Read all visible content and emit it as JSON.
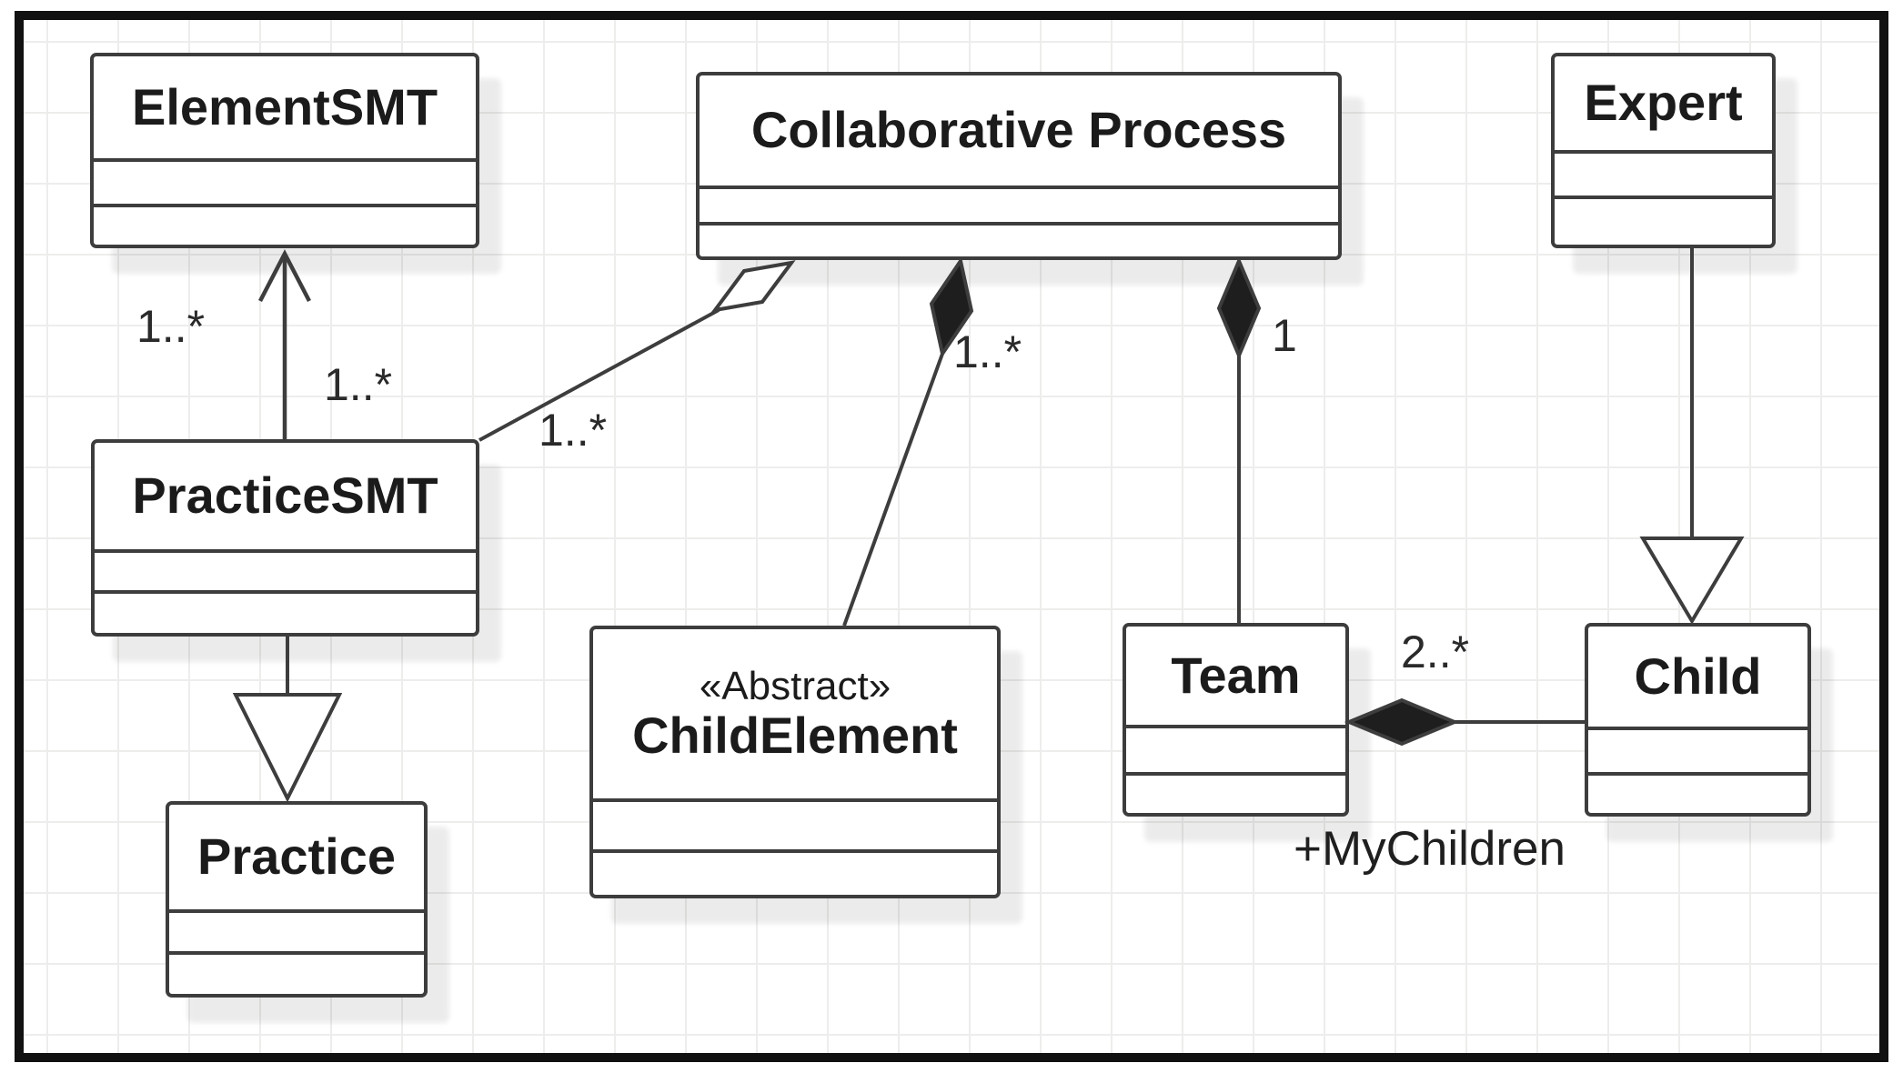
{
  "diagram": {
    "type": "uml-class-diagram",
    "classes": [
      {
        "id": "element-smt",
        "stereotype": "",
        "name": "ElementSMT",
        "attributes": "",
        "operations": ""
      },
      {
        "id": "collaborative-process",
        "stereotype": "",
        "name": "Collaborative Process",
        "attributes": "",
        "operations": ""
      },
      {
        "id": "expert",
        "stereotype": "",
        "name": "Expert",
        "attributes": "",
        "operations": ""
      },
      {
        "id": "practice-smt",
        "stereotype": "",
        "name": "PracticeSMT",
        "attributes": "",
        "operations": ""
      },
      {
        "id": "child-element",
        "stereotype": "«Abstract»",
        "name": "ChildElement",
        "attributes": "",
        "operations": ""
      },
      {
        "id": "team",
        "stereotype": "",
        "name": "Team",
        "attributes": "",
        "operations": ""
      },
      {
        "id": "child",
        "stereotype": "",
        "name": "Child",
        "attributes": "",
        "operations": ""
      },
      {
        "id": "practice",
        "stereotype": "",
        "name": "Practice",
        "attributes": "",
        "operations": ""
      }
    ],
    "relationships": [
      {
        "id": "assoc-practicesmt-elementsmt",
        "type": "association-open-arrow",
        "from": "PracticeSMT",
        "to": "ElementSMT",
        "source_multiplicity": "1..*",
        "target_multiplicity": "1..*"
      },
      {
        "id": "aggregation-practicesmt-collabprocess",
        "type": "aggregation",
        "from": "PracticeSMT",
        "to": "Collaborative Process",
        "source_multiplicity": "1..*"
      },
      {
        "id": "composition-childelement-collabprocess",
        "type": "composition",
        "from": "ChildElement",
        "to": "Collaborative Process",
        "source_multiplicity": "1..*"
      },
      {
        "id": "composition-team-collabprocess",
        "type": "composition",
        "from": "Team",
        "to": "Collaborative Process",
        "target_multiplicity": "1"
      },
      {
        "id": "generalization-practicesmt-practice",
        "type": "generalization",
        "from": "PracticeSMT",
        "to": "Practice"
      },
      {
        "id": "generalization-expert-child",
        "type": "generalization",
        "from": "Expert",
        "to": "Child"
      },
      {
        "id": "composition-child-team",
        "type": "composition",
        "from": "Child",
        "to": "Team",
        "source_multiplicity": "2..*",
        "role": "+MyChildren"
      }
    ],
    "annotations": [
      {
        "id": "mult-elementsmt-end",
        "text": "1..*"
      },
      {
        "id": "mult-practicesmt-end",
        "text": "1..*"
      },
      {
        "id": "mult-aggregation-practicesmt",
        "text": "1..*"
      },
      {
        "id": "mult-composition-childelement",
        "text": "1..*"
      },
      {
        "id": "mult-composition-team",
        "text": "1"
      },
      {
        "id": "mult-composition-child",
        "text": "2..*"
      },
      {
        "id": "role-mychildren",
        "text": "+MyChildren"
      }
    ],
    "colors": {
      "line": "#3d3d3d",
      "box_fill": "#ffffff",
      "text": "#1b1b1b",
      "frame": "#111111",
      "grid": "#ededec",
      "diamond_fill": "#1e1e1e"
    }
  }
}
